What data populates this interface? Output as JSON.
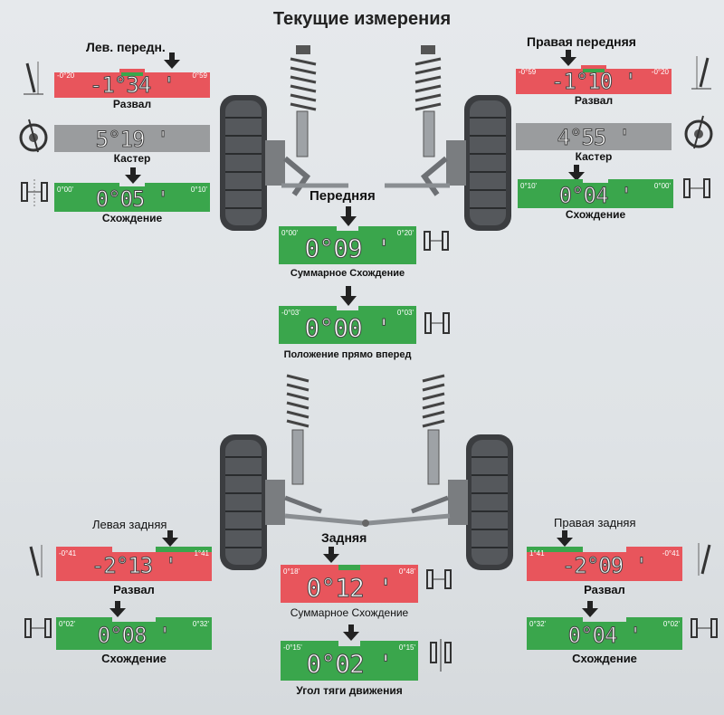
{
  "title": "Текущие измерения",
  "colors": {
    "red": "#e8555c",
    "green": "#3aa64c",
    "gray": "#9a9c9e"
  },
  "front_left": {
    "header": "Лев. передн.",
    "camber": {
      "caption": "Развал",
      "value": "-1°34 '",
      "min": "-0°20",
      "max": "0°59"
    },
    "caster": {
      "caption": "Кастер",
      "value": "5°19 '"
    },
    "toe": {
      "caption": "Схождение",
      "value": "0°05 '",
      "min": "0°00'",
      "max": "0°10'"
    }
  },
  "front_right": {
    "header": "Правая передняя",
    "camber": {
      "caption": "Развал",
      "value": "-1°10 '",
      "min": "-0°59",
      "max": "-0°20"
    },
    "caster": {
      "caption": "Кастер",
      "value": "4°55 '"
    },
    "toe": {
      "caption": "Схождение",
      "value": "0°04 '",
      "min": "0°10'",
      "max": "0°00'"
    }
  },
  "front_center": {
    "header": "Передняя",
    "total_toe": {
      "caption": "Суммарное Схождение",
      "value": "0°09 '",
      "min": "0°00'",
      "max": "0°20'"
    },
    "straight": {
      "caption": "Положение прямо вперед",
      "value": "0°00 '",
      "min": "-0°03'",
      "max": "0°03'"
    }
  },
  "rear_left": {
    "header": "Левая задняя",
    "camber": {
      "caption": "Развал",
      "value": "-2°13 '",
      "min": "-0°41",
      "max": "1°41"
    },
    "toe": {
      "caption": "Схождение",
      "value": "0°08 '",
      "min": "0°02'",
      "max": "0°32'"
    }
  },
  "rear_right": {
    "header": "Правая задняя",
    "camber": {
      "caption": "Развал",
      "value": "-2°09 '",
      "min": "1°41",
      "max": "-0°41"
    },
    "toe": {
      "caption": "Схождение",
      "value": "0°04 '",
      "min": "0°32'",
      "max": "0°02'"
    }
  },
  "rear_center": {
    "header": "Задняя",
    "total_toe": {
      "caption": "Суммарное Схождение",
      "value": "0°12 '",
      "min": "0°18'",
      "max": "0°48'"
    },
    "thrust": {
      "caption": "Угол тяги движения",
      "value": "0°02 '",
      "min": "-0°15'",
      "max": "0°15'"
    }
  }
}
